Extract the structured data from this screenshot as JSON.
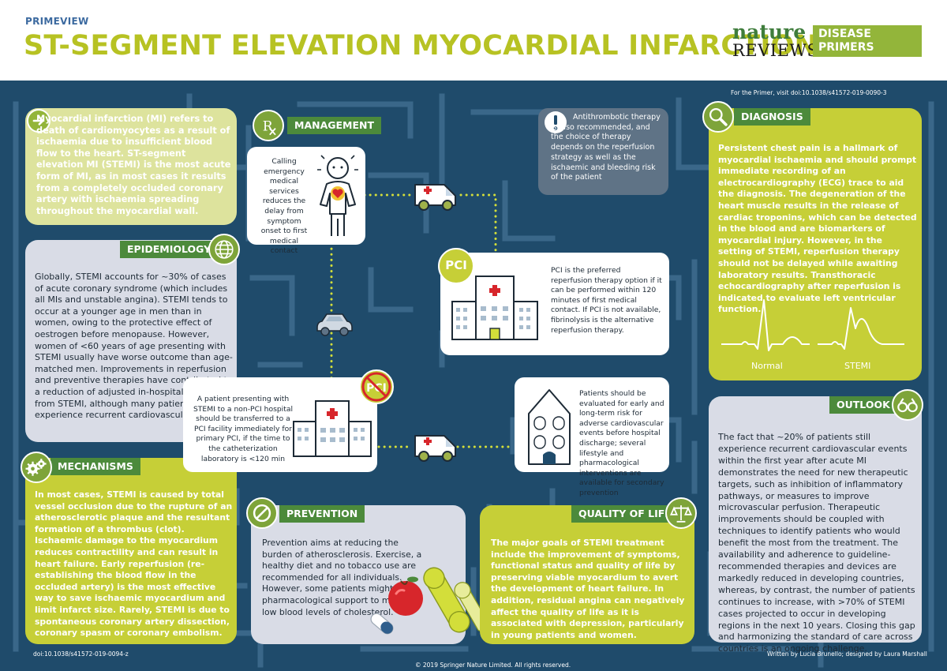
{
  "header": {
    "eyebrow": "PRIMEVIEW",
    "title": "ST-SEGMENT ELEVATION MYOCARDIAL INFARCTION",
    "logo": {
      "word1": "nature",
      "word2": "REVIEWS",
      "box_line1": "DISEASE",
      "box_line2": "PRIMERS"
    }
  },
  "notes": {
    "primer_link": "For the Primer, visit doi:10.1038/s41572-019-0090-3",
    "doi": "doi:10.1038/s41572-019-0094-z",
    "copyright": "© 2019 Springer Nature Limited. All rights reserved.",
    "credits": "Written by Lucia Brunello; designed by Laura Marshall"
  },
  "intro": {
    "text": "Myocardial infarction (MI) refers to death of cardiomyocytes as a result of ischaemia due to insufficient blood flow to the heart. ST-segment elevation MI (STEMI) is the most acute form of MI, as in most cases it results from a completely occluded coronary artery with ischaemia spreading throughout the myocardial wall."
  },
  "epidemiology": {
    "title": "EPIDEMIOLOGY",
    "text": "Globally, STEMI accounts for ~30% of cases of acute coronary syndrome (which includes all MIs and unstable angina). STEMI tends to occur at a younger age in men than in women, owing to the protective effect of oestrogen before menopause. However, women of <60 years of age presenting with STEMI usually have worse outcome than age-matched men. Improvements in reperfusion and preventive therapies have contributed to a reduction of adjusted in-hospital mortality from STEMI, although many patients still experience recurrent cardiovascular events."
  },
  "mechanisms": {
    "title": "MECHANISMS",
    "text": "In most cases, STEMI is caused by total vessel occlusion due to the rupture of an atherosclerotic plaque and the resultant formation of a thrombus (clot). Ischaemic damage to the myocardium reduces contractility and can result in heart failure. Early reperfusion (re-establishing the blood flow in the occluded artery) is the most effective way to save ischaemic myocardium and limit infarct size. Rarely, STEMI is due to spontaneous coronary artery dissection, coronary spasm or coronary embolism."
  },
  "management": {
    "title": "MANAGEMENT",
    "antithrombotic": "Antithrombotic therapy is also recommended, and the choice of therapy depends on the reperfusion strategy as well as the ischaemic and bleeding risk of the patient",
    "calling": "Calling emergency medical services reduces the delay from symptom onset to first medical contact",
    "pci_label": "PCI",
    "pci": "PCI is the preferred reperfusion therapy option if it can be performed within 120 minutes of first medical contact. If PCI is not available, fibrinolysis is the alternative reperfusion therapy.",
    "transfer": "A patient presenting with STEMI to a non-PCI hospital should be transferred to a PCI facility immediately for primary PCI, if the time to the catheterization laboratory is <120 min",
    "evaluation": "Patients should be evaluated for early and long-term risk for adverse cardiovascular events before hospital discharge; several lifestyle and pharmacological interventions are available for secondary prevention"
  },
  "diagnosis": {
    "title": "DIAGNOSIS",
    "text": "Persistent chest pain is a hallmark of myocardial ischaemia and should prompt immediate recording of an electrocardiography (ECG) trace to aid the diagnosis. The degeneration of the heart muscle results in the release of cardiac troponins, which can be detected in the blood and are biomarkers of myocardial injury. However, in the setting of STEMI, reperfusion therapy should not be delayed while awaiting laboratory results. Transthoracic echocardiography after reperfusion is indicated to evaluate left ventricular function.",
    "normal_label": "Normal",
    "stemi_label": "STEMI"
  },
  "outlook": {
    "title": "OUTLOOK",
    "text": "The fact that ~20% of patients still experience recurrent cardiovascular events within the first year after acute MI demonstrates the need for new therapeutic targets, such as inhibition of inflammatory pathways, or measures to improve microvascular perfusion. Therapeutic improvements should be coupled with techniques to identify patients who would benefit the most from the treatment. The availability and adherence to guideline-recommended therapies and devices are markedly reduced in developing countries, whereas, by contrast, the number of patients continues to increase, with >70% of STEMI cases projected to occur in developing regions in the next 10 years. Closing this gap and harmonizing the standard of care across countries is an ongoing challenge."
  },
  "prevention": {
    "title": "PREVENTION",
    "text": "Prevention aims at reducing the burden of atherosclerosis. Exercise, a healthy diet and no tobacco use are recommended for all individuals. However, some patients might need pharmacological support to maintain low blood levels of cholesterol."
  },
  "quality_of_life": {
    "title": "QUALITY OF LIFE",
    "text": "The major goals of STEMI treatment include the improvement of symptoms, functional status and quality of life by preserving viable myocardium to avert the development of heart failure. In addition, residual angina can negatively affect the quality of life as it is associated with depression, particularly in young patients and women."
  },
  "colors": {
    "background_navy": "#1f4b6b",
    "lime": "#c6cf37",
    "pale_lime": "#dde39d",
    "light_grey": "#d9dce6",
    "slate": "#5f7386",
    "header_green": "#4c8a3b",
    "title_lime": "#b7c223",
    "hospital_red": "#d7262b"
  },
  "icons": [
    "arrow-right-icon",
    "prescription-icon",
    "exclamation-icon",
    "magnifier-icon",
    "globe-icon",
    "gears-icon",
    "no-entry-icon",
    "scales-icon",
    "binoculars-icon",
    "ambulance-icon",
    "hospital-icon",
    "car-icon",
    "house-icon",
    "person-icon",
    "ecg-icon"
  ]
}
